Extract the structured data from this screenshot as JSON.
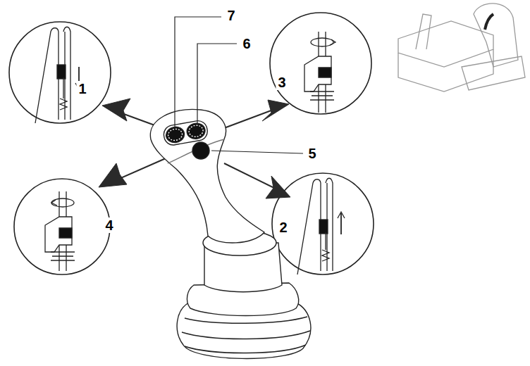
{
  "diagram": {
    "labels": [
      "7",
      "6",
      "1",
      "3",
      "5",
      "4",
      "2"
    ]
  }
}
